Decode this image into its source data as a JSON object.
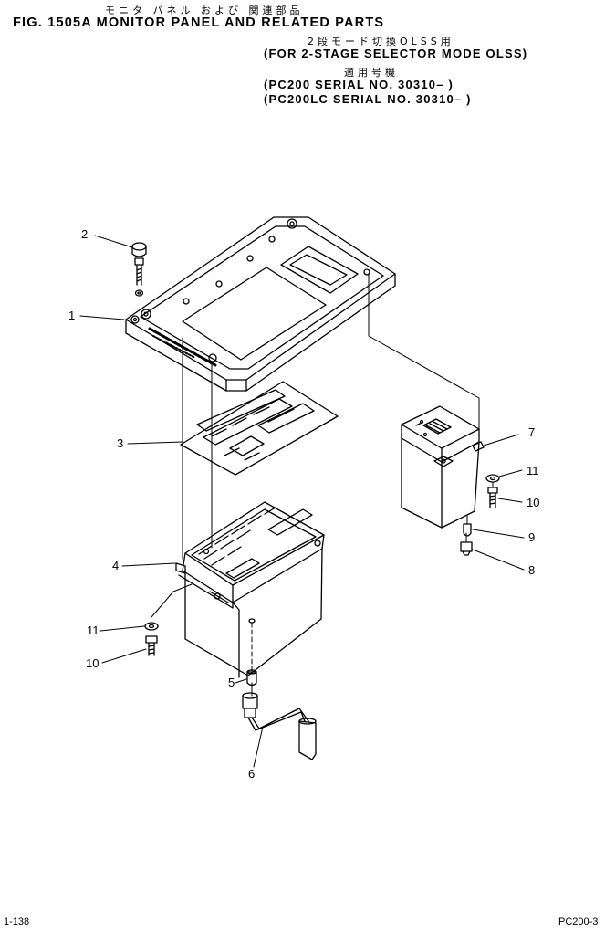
{
  "header": {
    "jp_title": "モニタ パネル および 関連部品",
    "fig_title": "FIG. 1505A  MONITOR PANEL AND RELATED PARTS",
    "jp_mode": "2段モード切換OLSS用",
    "mode": "(FOR 2-STAGE SELECTOR MODE OLSS)",
    "jp_applicable": "適用号機",
    "serial_1": "(PC200     SERIAL  NO. 30310– )",
    "serial_2": "(PC200LC SERIAL  NO. 30310– )"
  },
  "callouts": [
    "1",
    "2",
    "3",
    "4",
    "5",
    "6",
    "7",
    "8",
    "9",
    "10",
    "11",
    "10",
    "11"
  ],
  "footer": {
    "page": "1-138",
    "model": "PC200-3"
  }
}
